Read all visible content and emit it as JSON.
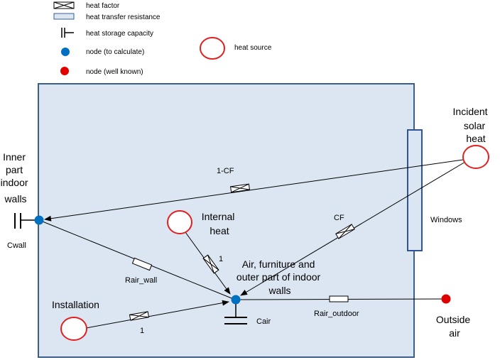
{
  "legend": {
    "heat_factor": "heat factor",
    "heat_transfer_resistance": "heat transfer resistance",
    "heat_storage_capacity": "heat storage capacity",
    "node_to_calculate": "node (to calculate)",
    "node_well_known": "node (well known)",
    "heat_source": "heat source"
  },
  "labels": {
    "inner_walls": [
      "Inner",
      "part",
      "indoor",
      "walls"
    ],
    "cwall": "Cwall",
    "incident_solar": [
      "Incident",
      "solar",
      "heat"
    ],
    "internal_heat": [
      "Internal",
      "heat"
    ],
    "air_node": [
      "Air, furniture and",
      "outer part of indoor",
      "walls"
    ],
    "installation": "Installation",
    "outside_air": [
      "Outside",
      "air"
    ],
    "windows": "Windows",
    "cair": "Cair",
    "one_minus_cf": "1-CF",
    "cf": "CF",
    "rair_wall": "Rair_wall",
    "rair_outdoor": "Rair_outdoor",
    "factor_internal": "1",
    "factor_installation": "1"
  },
  "colors": {
    "room_fill": "#dce6f2",
    "border": "#3a5f8a",
    "node_calc": "#0070c0",
    "node_known": "#e00000",
    "source_stroke": "#e02020"
  }
}
